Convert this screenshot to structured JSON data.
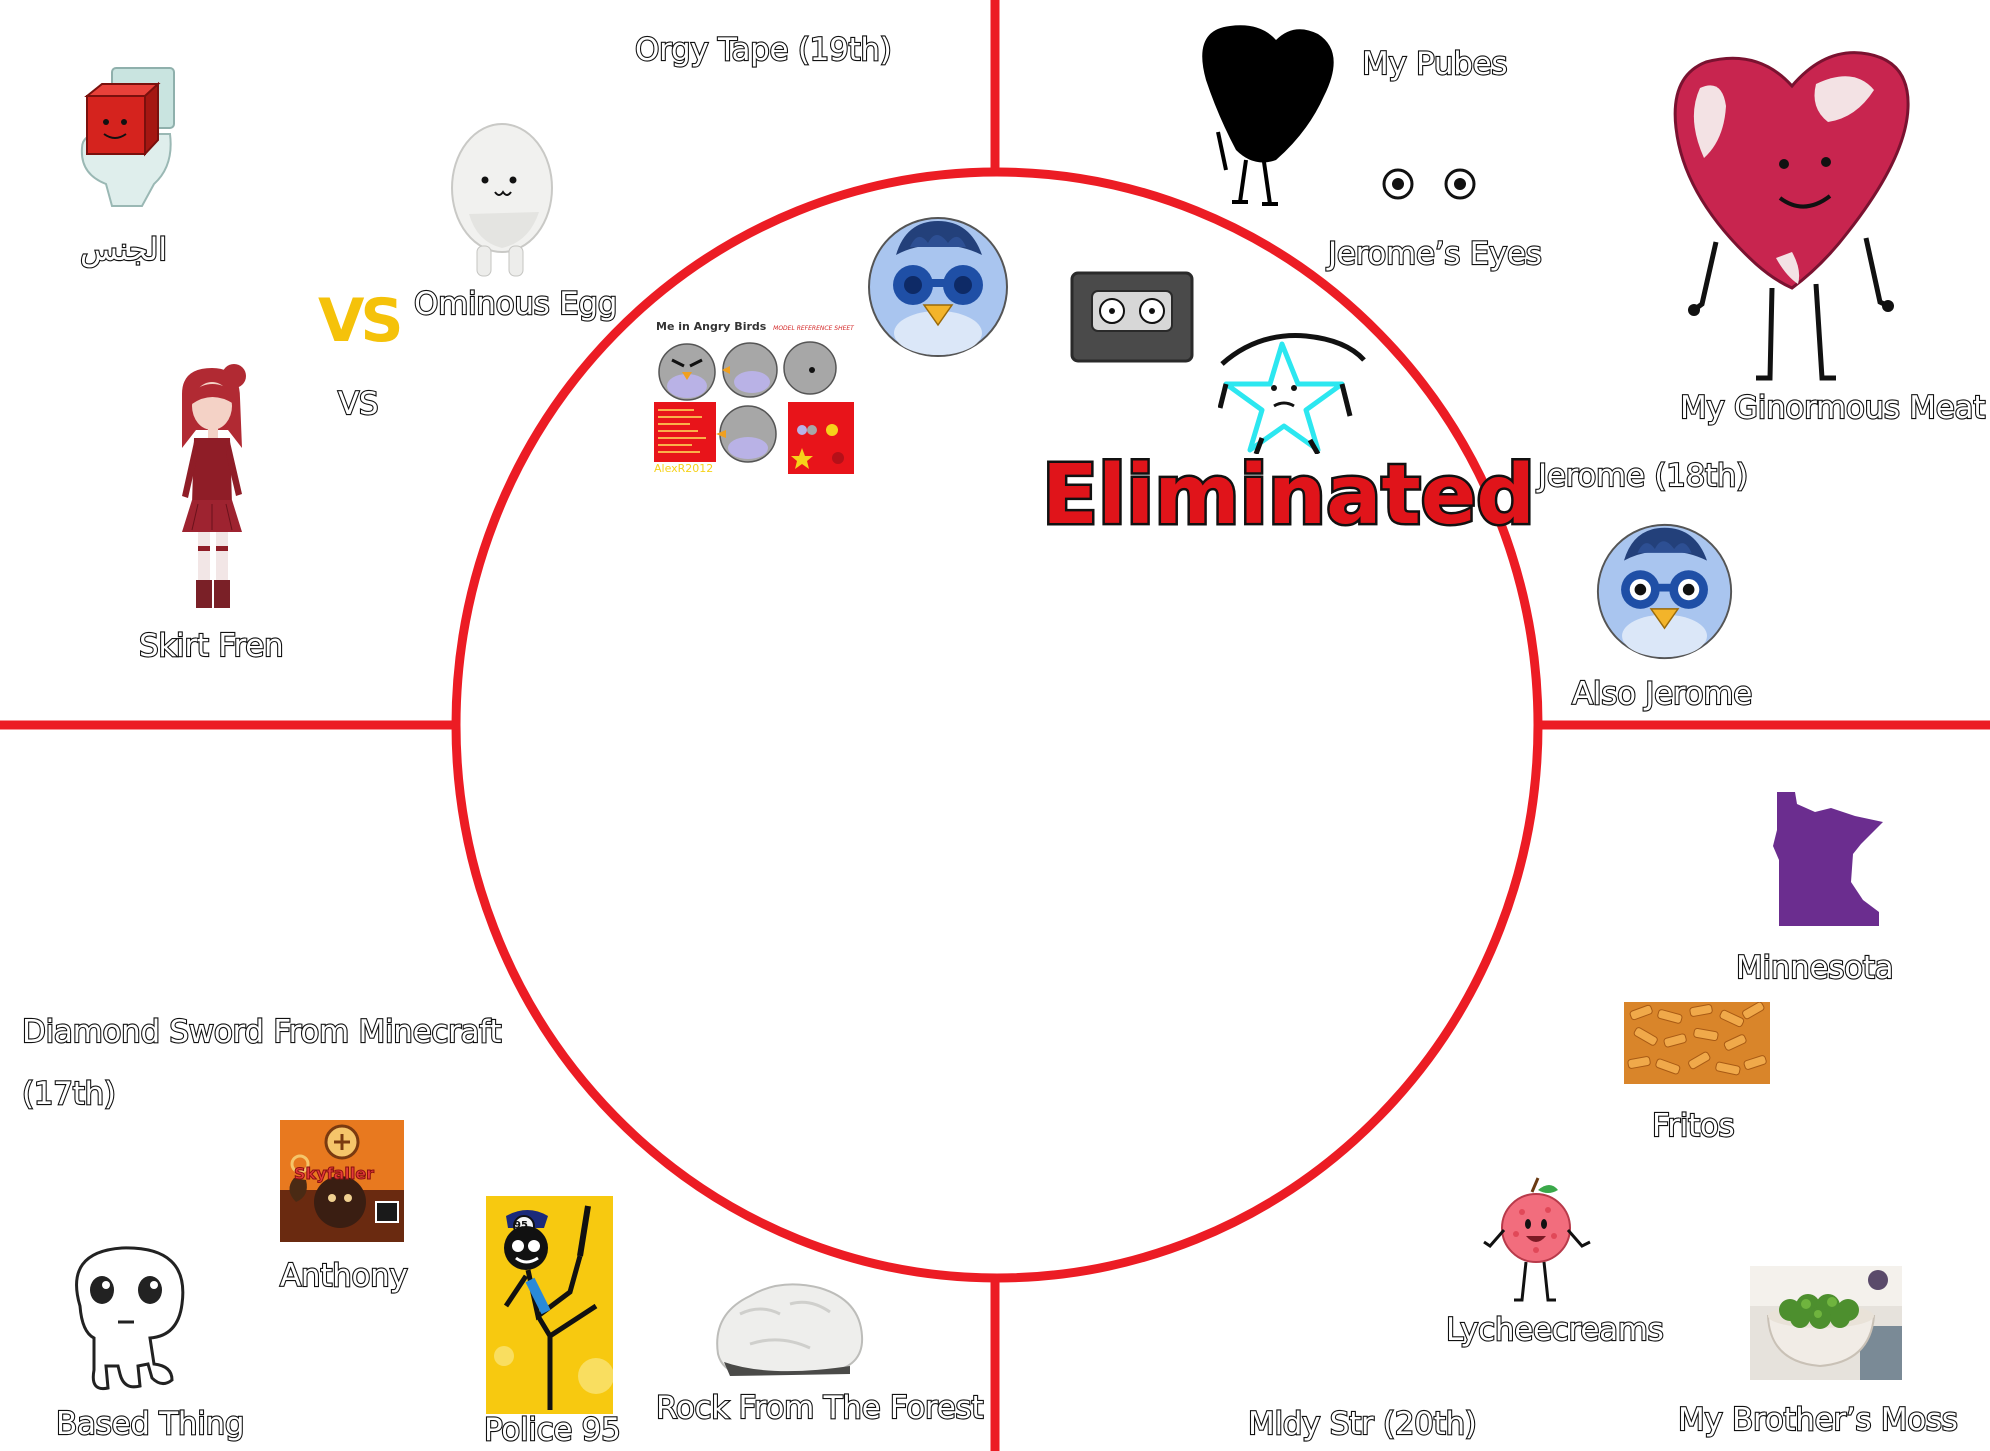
{
  "labels": {
    "orgy_tape": "Orgy Tape (19th)",
    "arabic": "الجنس",
    "ominous_egg": "Ominous Egg",
    "vs_small": "VS",
    "vs_big": "VS",
    "skirt_fren": "Skirt Fren",
    "my_pubes": "My Pubes",
    "jeromes_eyes": "Jerome’s Eyes",
    "my_ginormous_meat": "My Ginormous Meat",
    "jerome_18th": "Jerome (18th)",
    "also_jerome": "Also Jerome",
    "eliminated": "Eliminated",
    "minnesota": "Minnesota",
    "fritos": "Fritos",
    "diamond_sword_line1": "Diamond Sword From Minecraft",
    "diamond_sword_line2": "(17th)",
    "anthony": "Anthony",
    "based_thing": "Based Thing",
    "police_95": "Police 95",
    "rock_from_forest": "Rock From The Forest",
    "mldy_str": "Mldy Str (20th)",
    "lycheecreams": "Lycheecreams",
    "my_brothers_moss": "My Brother’s Moss"
  },
  "ref_sheet": {
    "title": "Me in Angry Birds",
    "subtitle": "MODEL REFERENCE SHEET",
    "signature": "AlexR2012"
  },
  "skyfaller": {
    "text": "Skyfaller"
  },
  "police_badge": "95",
  "colors": {
    "divider_red": "#ec1c24",
    "label_fill": "#ffffff",
    "label_stroke": "#111111",
    "eliminated_red": "#e0141a",
    "vs_yellow": "#f5c20a",
    "minnesota_purple": "#6b2d8f",
    "meat_red": "#c8254f",
    "jerome_blue": "#a9c5ef"
  }
}
